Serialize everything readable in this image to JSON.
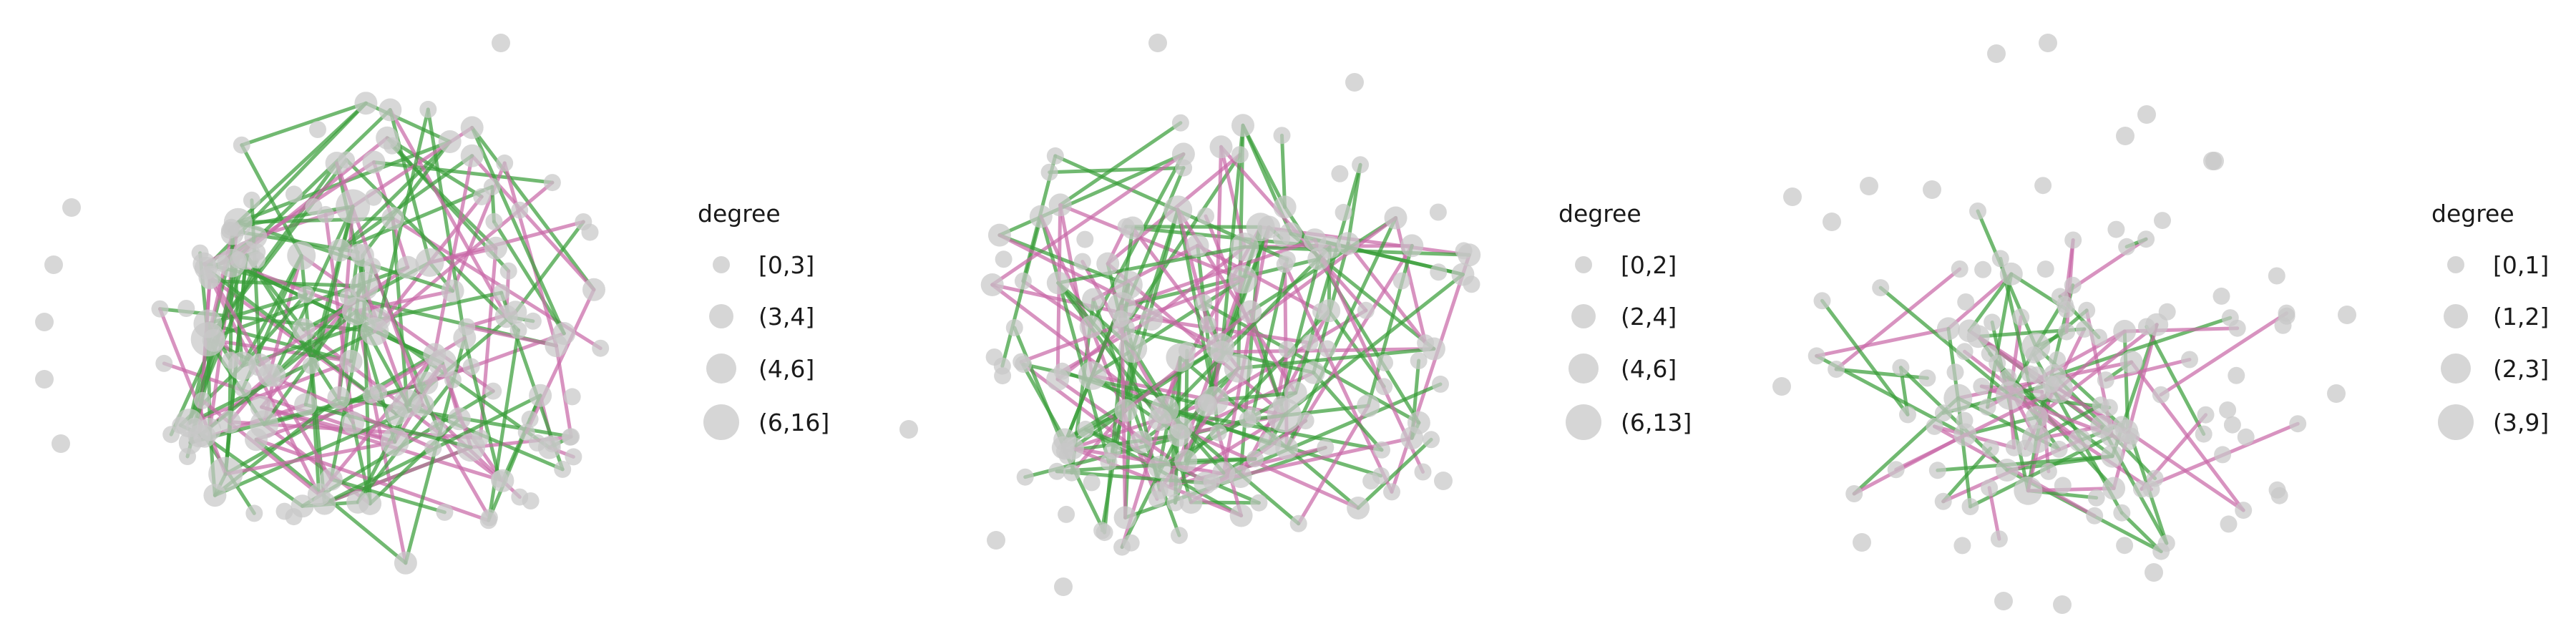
{
  "colors": {
    "edge_green": "#3a9e3a",
    "edge_pink": "#c96aa8",
    "node": "#c8c8c8"
  },
  "panels": [
    {
      "legend": {
        "title": "degree",
        "entries": [
          "[0,3]",
          "(3,4]",
          "(4,6]",
          "(6,16]"
        ]
      }
    },
    {
      "legend": {
        "title": "degree",
        "entries": [
          "[0,2]",
          "(2,4]",
          "(4,6]",
          "(6,13]"
        ]
      }
    },
    {
      "legend": {
        "title": "degree",
        "entries": [
          "[0,1]",
          "(1,2]",
          "(2,3]",
          "(3,9]"
        ]
      }
    }
  ]
}
